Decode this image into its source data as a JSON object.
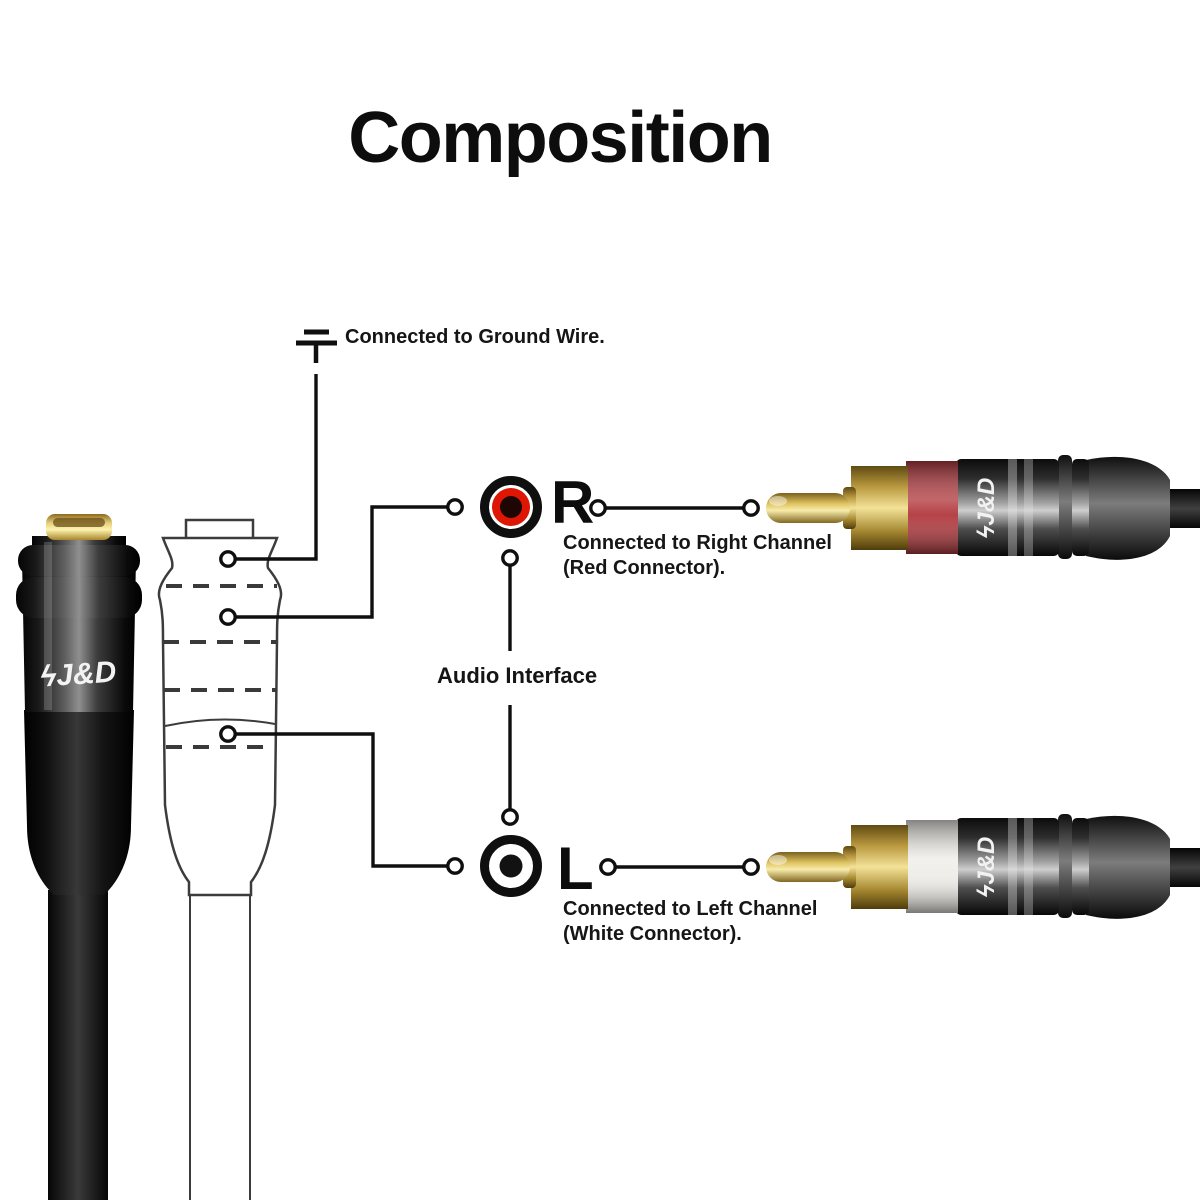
{
  "title": "Composition",
  "annotations": {
    "ground": "Connected to Ground Wire.",
    "audio_interface": "Audio Interface",
    "right": {
      "letter": "R",
      "caption_line1": "Connected to Right Channel",
      "caption_line2": "(Red Connector).",
      "band_color": "#b23a3f",
      "symbol_color": "#de1604"
    },
    "left": {
      "letter": "L",
      "caption_line1": "Connected to Left Channel",
      "caption_line2": "(White Connector).",
      "band_color": "#efede8",
      "symbol_color": "#121212"
    }
  },
  "brand": {
    "logo": "ϟJ&D"
  },
  "colors": {
    "line": "#111111",
    "gold": "#d8b95c",
    "background": "#ffffff"
  }
}
